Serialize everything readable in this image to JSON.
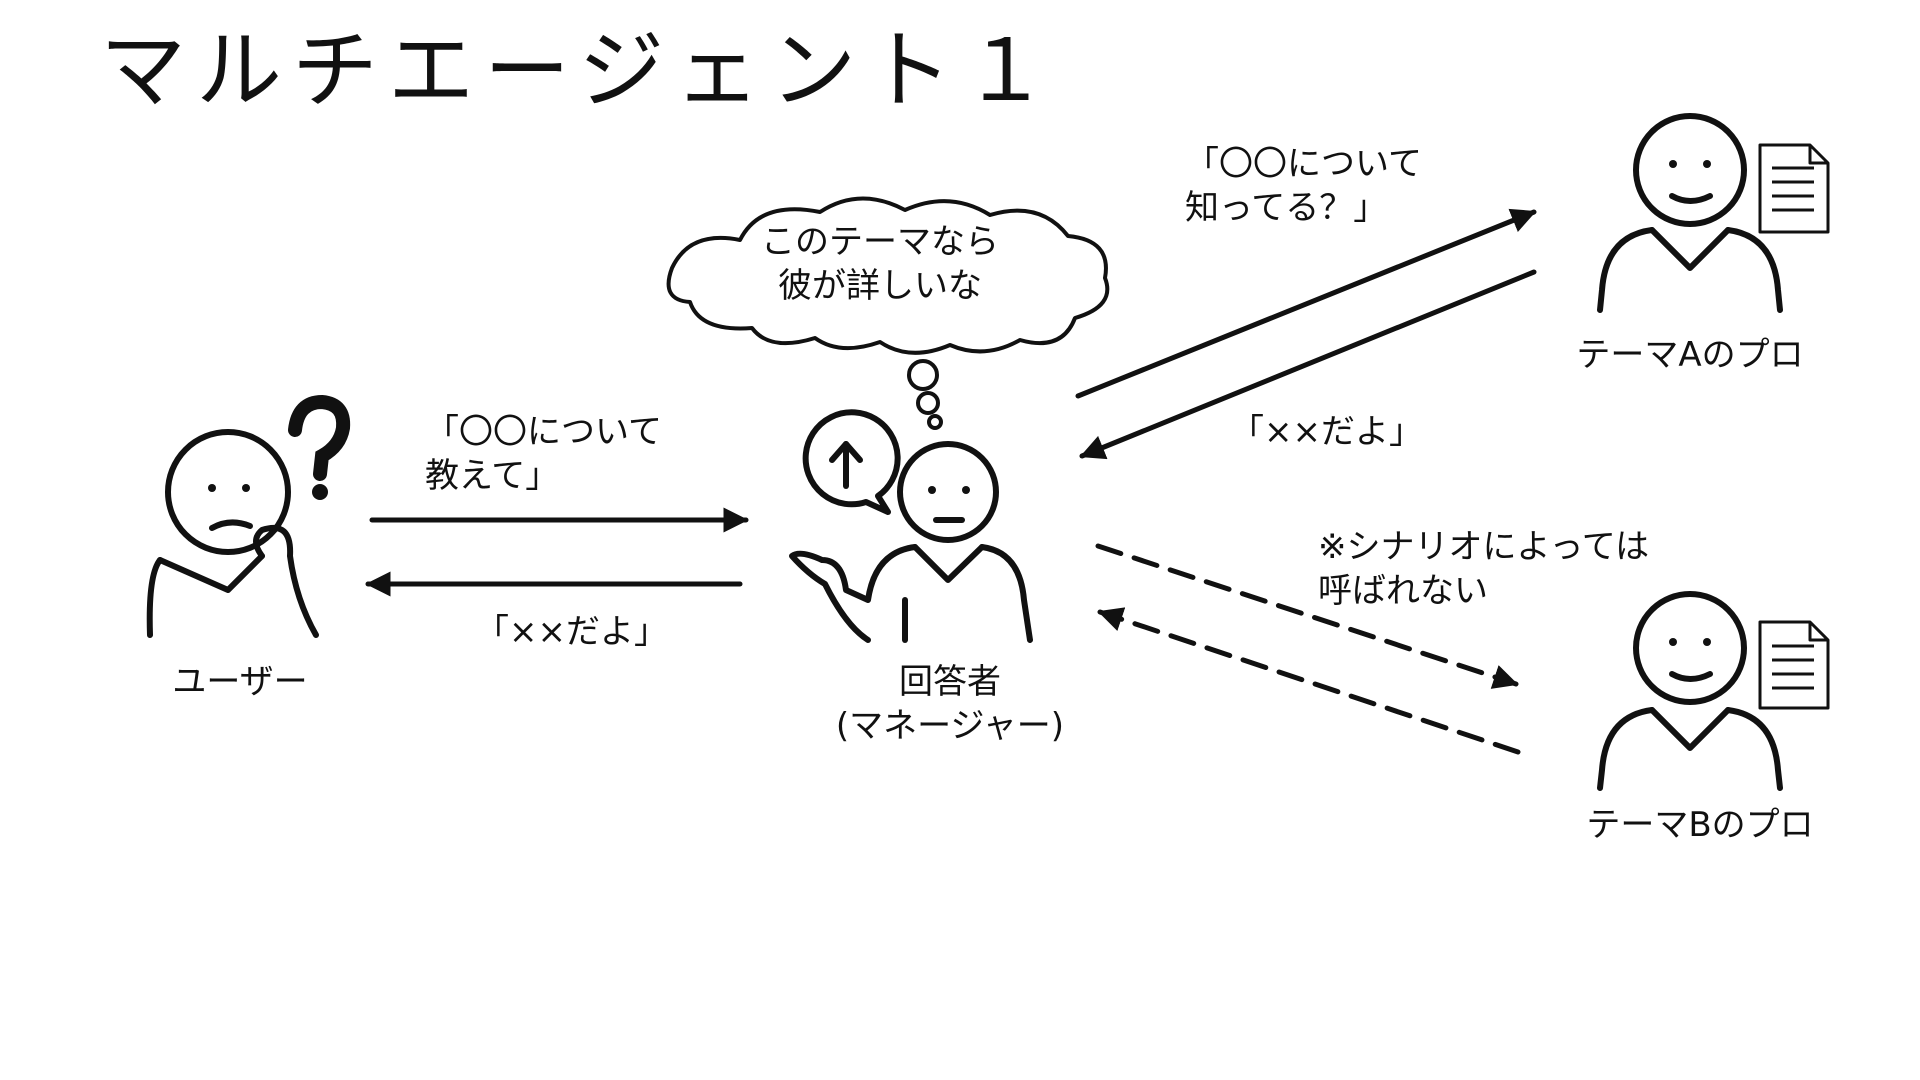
{
  "slide": {
    "title": "マルチエージェント１"
  },
  "actors": {
    "user": "ユーザー",
    "manager": [
      "回答者",
      "(マネージャー)"
    ],
    "pro_a": "テーマAのプロ",
    "pro_b": "テーマBのプロ"
  },
  "thought": [
    "このテーマなら",
    "彼が詳しいな"
  ],
  "messages": {
    "user_to_manager": [
      "「〇〇について",
      "教えて」"
    ],
    "manager_to_user": "「××だよ」",
    "manager_to_a": [
      "「〇〇について",
      "知ってる？」"
    ],
    "a_to_manager": "「××だよ」",
    "note_b": [
      "※シナリオによっては",
      "呼ばれない"
    ]
  },
  "icons": {
    "question": "question-mark-icon",
    "up_arrow": "up-arrow-speech-icon",
    "document": "document-icon"
  }
}
